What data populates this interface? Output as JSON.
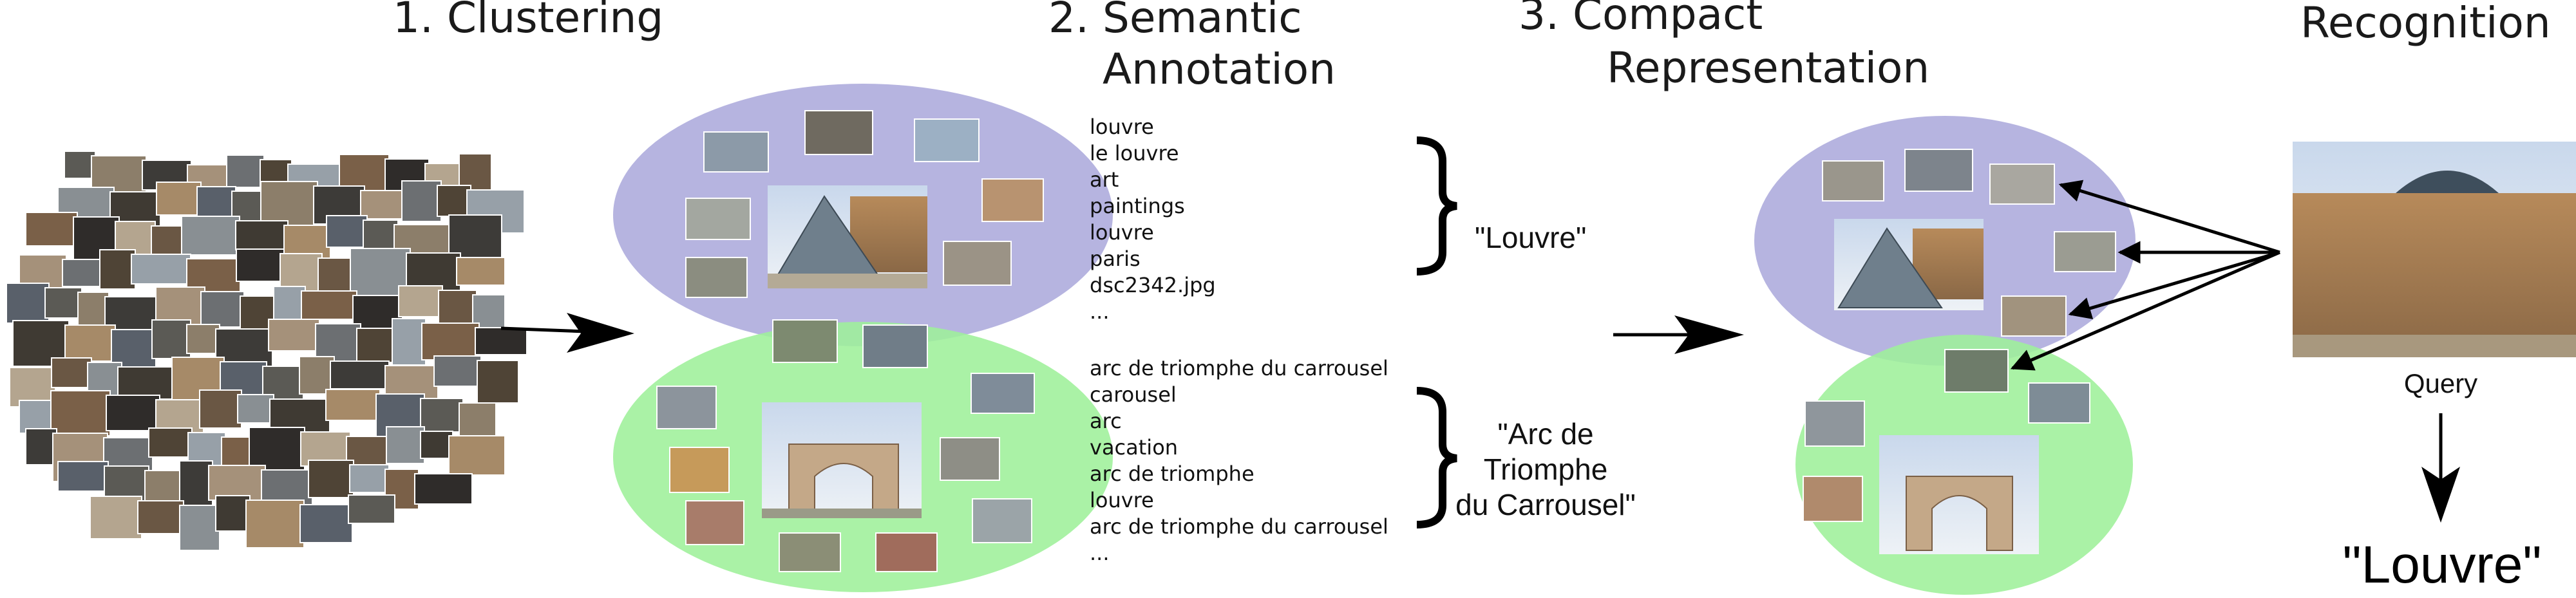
{
  "headings": {
    "clustering": "1. Clustering",
    "semantic_1": "2. Semantic",
    "semantic_2": "Annotation",
    "compact_1": "3. Compact",
    "compact_2": "Representation",
    "recognition": "Recognition"
  },
  "louvre_tags": [
    "louvre",
    "le louvre",
    "art",
    "paintings",
    "louvre",
    "paris",
    "dsc2342.jpg",
    "..."
  ],
  "arc_tags": [
    "arc de triomphe du carrousel",
    "carousel",
    "arc",
    "vacation",
    "arc de triomphe",
    "louvre",
    "arc de triomphe du carrousel",
    "..."
  ],
  "labels": {
    "louvre": "\"Louvre\"",
    "arc_1": "\"Arc de",
    "arc_2": "Triomphe",
    "arc_3": "du Carrousel\""
  },
  "query": {
    "label": "Query",
    "result": "\"Louvre\""
  },
  "colors": {
    "cluster_louvre": "#b6b4e0",
    "cluster_arc": "#9ef09a",
    "arrow": "#000000"
  }
}
